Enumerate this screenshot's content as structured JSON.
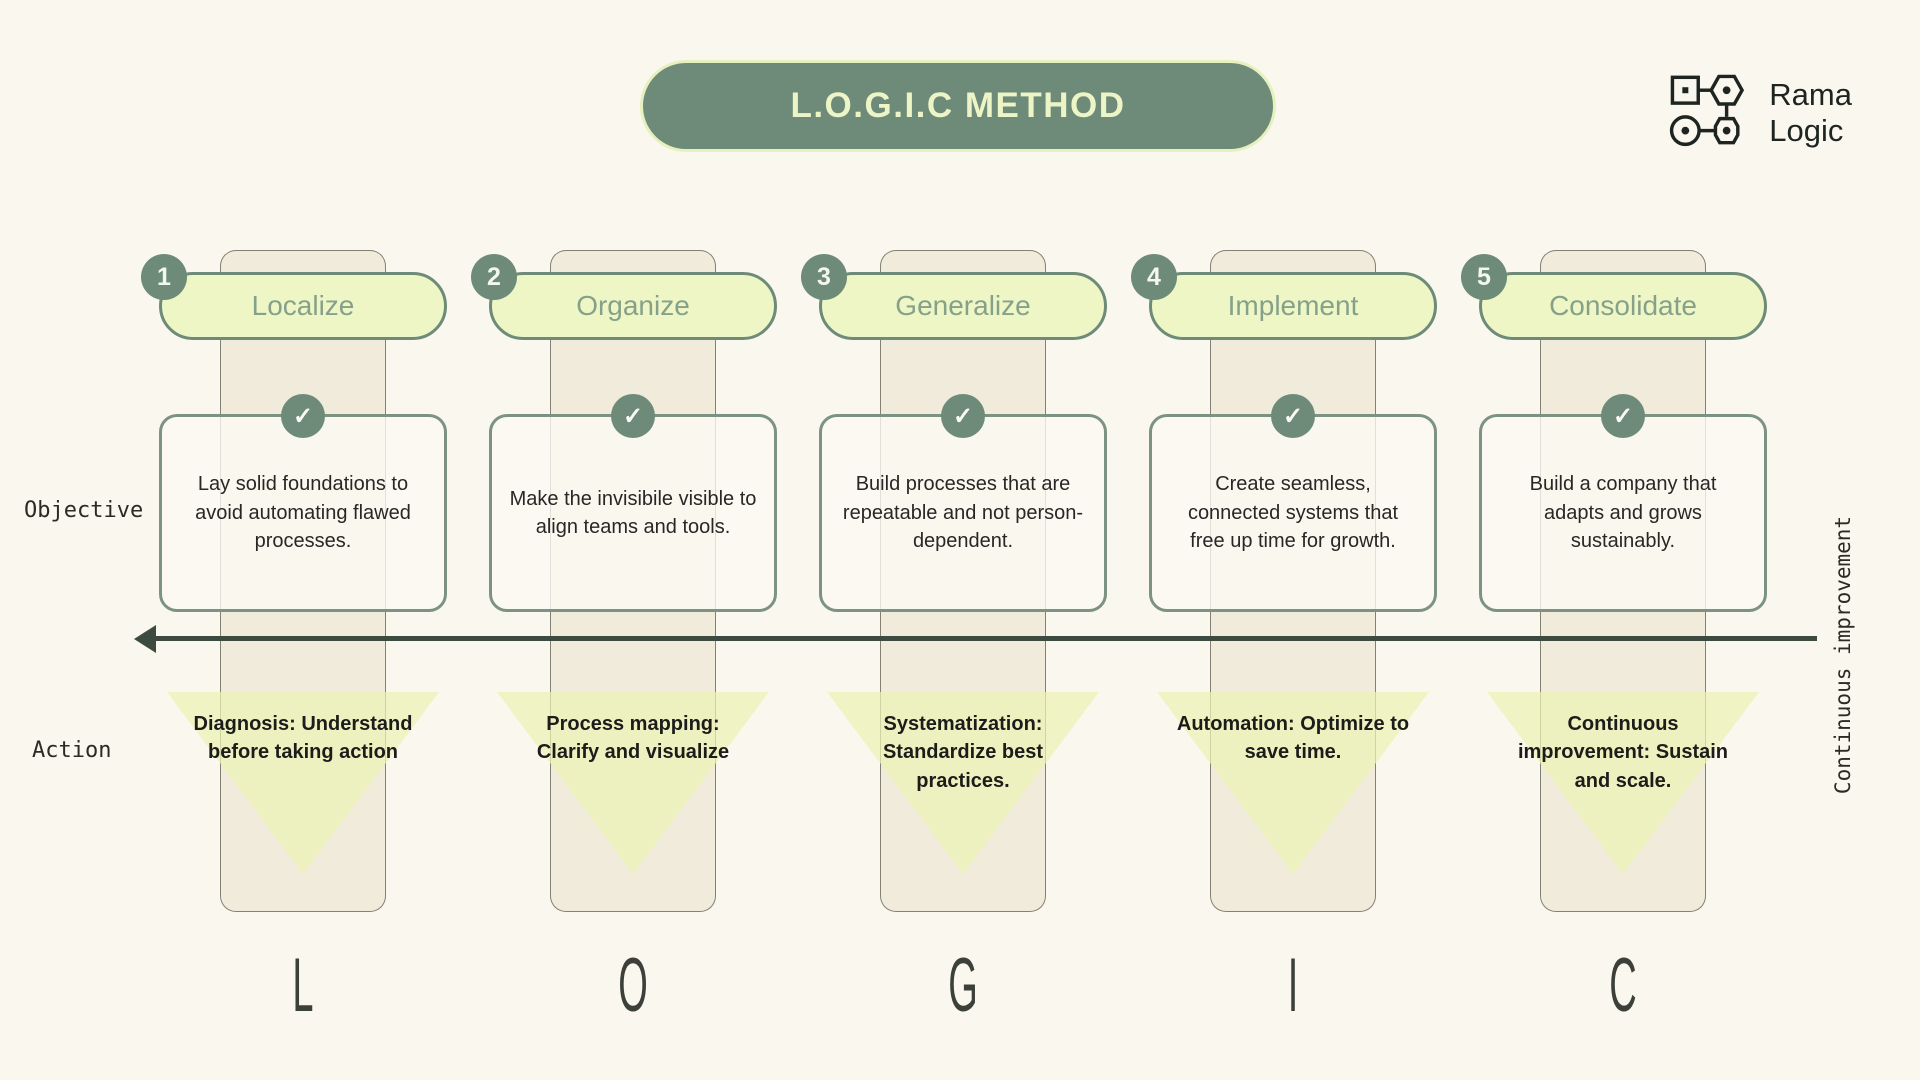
{
  "title": "L.O.G.I.C METHOD",
  "brand": {
    "line1": "Rama",
    "line2": "Logic"
  },
  "row_labels": {
    "objective": "Objective",
    "action": "Action"
  },
  "axis_label": "Continuous improvement",
  "colors": {
    "background": "#faf7ee",
    "dark_green": "#6d8b78",
    "light_green_pill": "#eef6c6",
    "pale_yellow_triangle": "#ebf2b4",
    "beige_band": "#f1ebdc",
    "card_border": "#7c9282",
    "arrow": "#3d4a40",
    "title_text": "#edf5c6"
  },
  "columns": [
    {
      "number": "1",
      "name": "Localize",
      "letter": "L",
      "objective": "Lay solid foundations to avoid automating flawed processes.",
      "action": "Diagnosis: Understand before taking action"
    },
    {
      "number": "2",
      "name": "Organize",
      "letter": "O",
      "objective": "Make the invisibile visible to align teams and tools.",
      "action": "Process mapping: Clarify and visualize"
    },
    {
      "number": "3",
      "name": "Generalize",
      "letter": "G",
      "objective": "Build processes that are repeatable and not person-dependent.",
      "action": "Systematization: Standardize best practices."
    },
    {
      "number": "4",
      "name": "Implement",
      "letter": "I",
      "objective": "Create seamless, connected systems that free up time for growth.",
      "action": "Automation: Optimize to save time."
    },
    {
      "number": "5",
      "name": "Consolidate",
      "letter": "C",
      "objective": "Build a company that adapts and grows sustainably.",
      "action": "Continuous improvement: Sustain and scale."
    }
  ]
}
